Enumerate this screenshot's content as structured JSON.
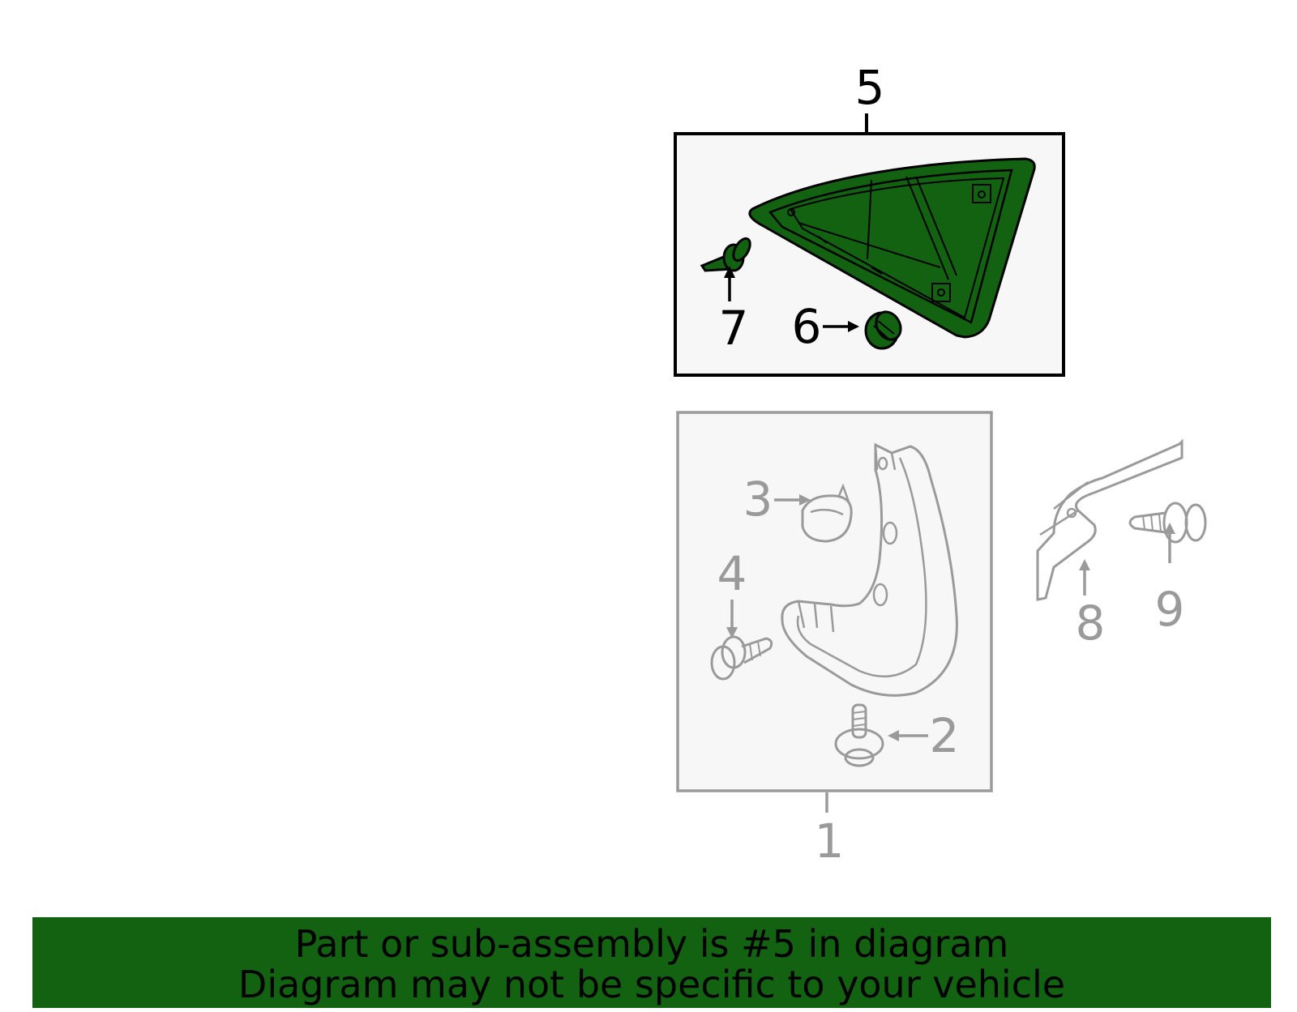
{
  "callouts": {
    "c1": "1",
    "c2": "2",
    "c3": "3",
    "c4": "4",
    "c5": "5",
    "c6": "6",
    "c7": "7",
    "c8": "8",
    "c9": "9"
  },
  "highlight_part": "5",
  "colors": {
    "highlight": "#136212",
    "inactive": "#9a9a9a",
    "box_fill": "#f7f7f7"
  },
  "banner": {
    "line1": "Part or sub-assembly is #5 in diagram",
    "line2": "Diagram may not be specific to your vehicle"
  }
}
